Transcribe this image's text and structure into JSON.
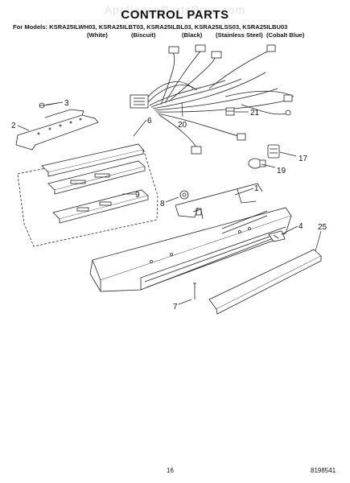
{
  "watermark": "AppliancePartsPros.com",
  "title": "CONTROL PARTS",
  "models_line": "For Models: KSRA25ILWH03, KSRA25ILBT03, KSRA25ILBL03, KSRA25ILSS03, KSRA25ILBU03",
  "variants": [
    "(White)",
    "(Biscuit)",
    "(Black)",
    "(Stainless Steel)",
    "(Cobalt Blue)"
  ],
  "callouts": {
    "c1": "1",
    "c2": "2",
    "c3": "3",
    "c4": "4",
    "c6": "6",
    "c7": "7",
    "c8": "8",
    "c9": "9",
    "c17": "17",
    "c19": "19",
    "c20": "20",
    "c21": "21",
    "c25": "25"
  },
  "footer": {
    "page_number": "16",
    "document_number": "8198541"
  }
}
